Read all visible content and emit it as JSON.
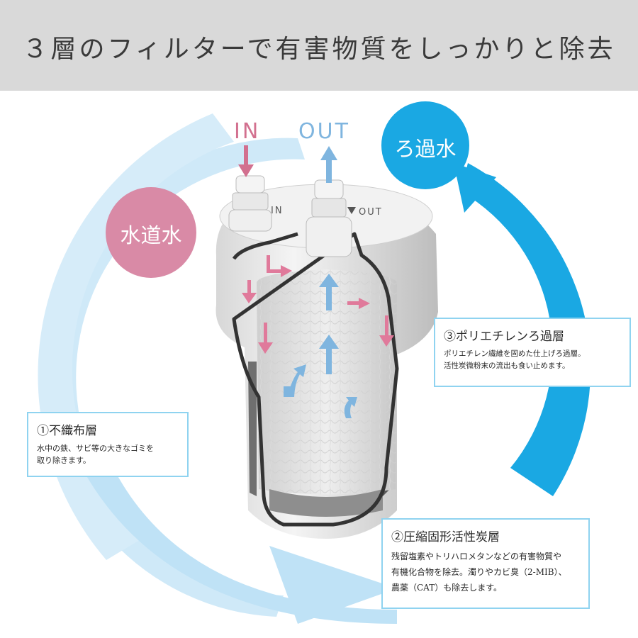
{
  "header": {
    "title": "３層のフィルターで有害物質をしっかりと除去"
  },
  "labels": {
    "in": "IN",
    "out": "OUT",
    "cap_in": "IN",
    "cap_out": "OUT",
    "tap_water": "水道水",
    "filtered_water": "ろ過水"
  },
  "layers": [
    {
      "title": "①不織布層",
      "body": "水中の鉄、サビ等の大きなゴミを\n取り除きます。"
    },
    {
      "title": "②圧縮固形活性炭層",
      "body": "残留塩素やトリハロメタンなどの有害物質や\n有機化合物を除去。濁りやカビ臭（2-MIB）、\n農薬（CAT）も除去します。"
    },
    {
      "title": "③ポリエチレンろ過層",
      "body": "ポリエチレン繊維を固めた仕上げろ過層。\n活性炭微粉末の流出も食い止めます。"
    }
  ],
  "colors": {
    "header_bg": "#d9d9d9",
    "pink": "#d2708f",
    "pink_bubble": "#d98aa6",
    "cyan": "#1aa8e3",
    "light_blue_arc": "#bfe2f6",
    "arrow_blue": "#7fb5df",
    "box_border": "#8fd3f0"
  },
  "icons": [
    "arrow-down-icon",
    "arrow-up-icon",
    "arrow-right-icon",
    "curved-arrow-icon",
    "triangle-icon"
  ]
}
